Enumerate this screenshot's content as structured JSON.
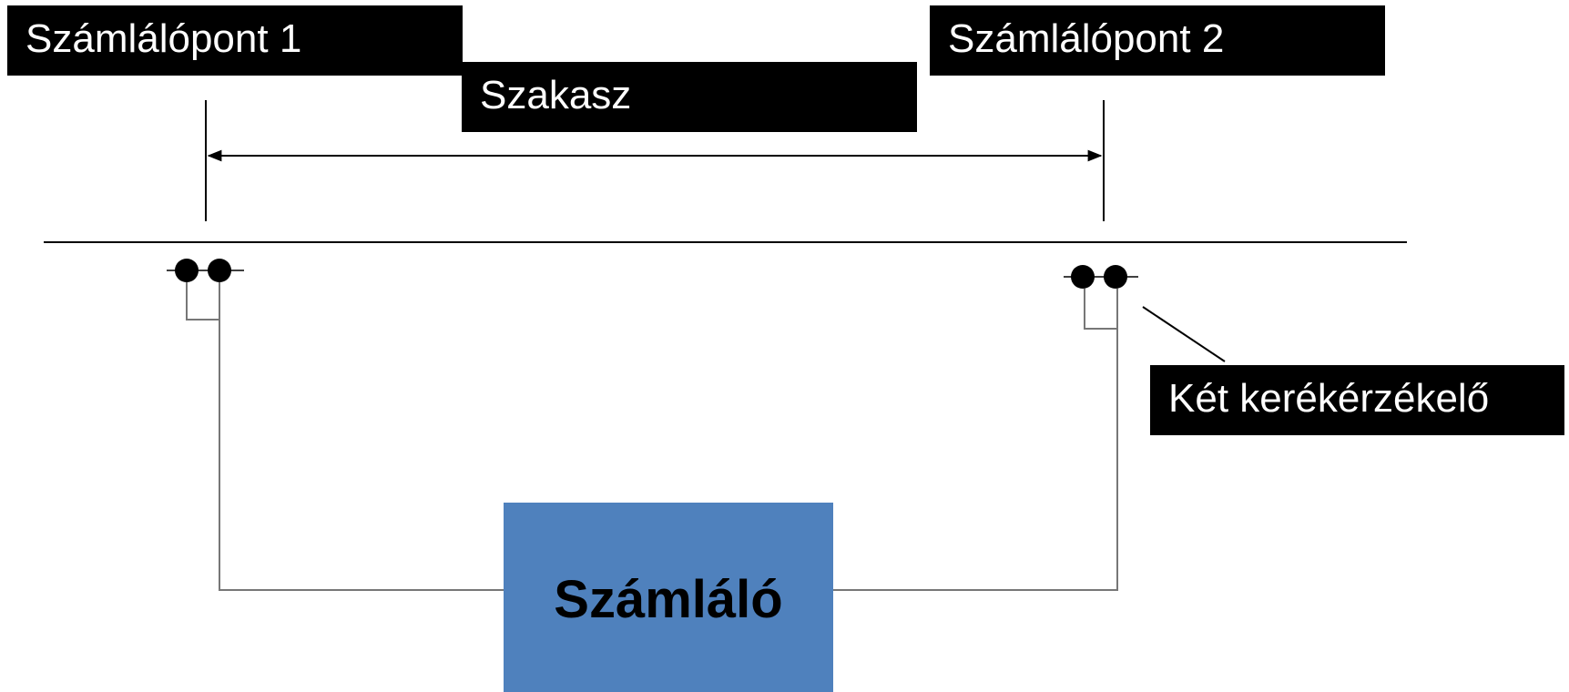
{
  "labels": {
    "counting_point_1": "Számlálópont 1",
    "section": "Szakasz",
    "counting_point_2": "Számlálópont 2",
    "wheel_sensors": "Két kerékérzékelő"
  },
  "counter": {
    "title": "Számláló",
    "color": "#4f81bd"
  }
}
